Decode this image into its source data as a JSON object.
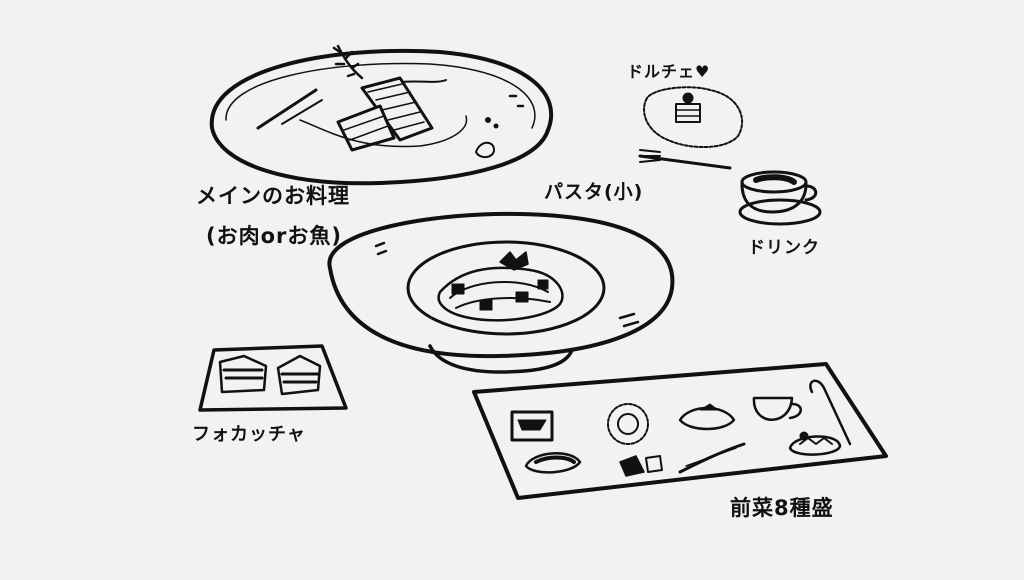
{
  "labels": {
    "main_dish_line1": "メインのお料理",
    "main_dish_line2": "(お肉orお魚)",
    "pasta": "パスタ(小)",
    "dolce": "ドルチェ♥",
    "drink": "ドリンク",
    "focaccia": "フォカッチャ",
    "antipasto": "前菜8種盛"
  },
  "colors": {
    "ink": "#111111",
    "paper": "#f2f2f2"
  }
}
